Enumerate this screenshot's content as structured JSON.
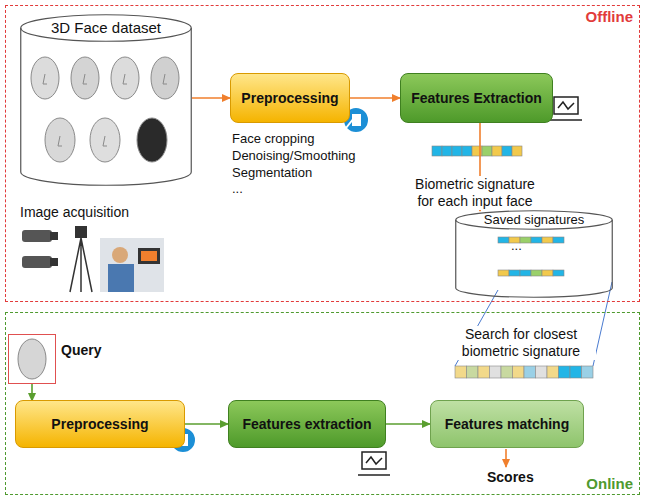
{
  "diagram": {
    "nodes": [
      {
        "text": [
          "Offline"
        ]
      },
      {
        "text": [
          "3D Face dataset"
        ],
        "in": 0
      },
      {
        "text": [
          "Preprocessing"
        ],
        "in": 0
      },
      {
        "text": [
          "Features Extraction"
        ],
        "in": 0
      },
      {
        "text": [
          "Saved signatures",
          "..."
        ],
        "in": 0
      },
      {
        "text": [
          "Online"
        ]
      },
      {
        "text": [
          "Query"
        ],
        "in": 5
      },
      {
        "text": [
          "Preprocessing"
        ],
        "in": 5
      },
      {
        "text": [
          "Features extraction"
        ],
        "in": 5
      },
      {
        "text": [
          "Features matching"
        ],
        "in": 5
      }
    ],
    "edges": [
      {
        "from": 1,
        "to": 2,
        "arrow": "to"
      },
      {
        "from": 2,
        "to": 3,
        "arrow": "to"
      },
      {
        "from": 3,
        "to": 4,
        "arrow": "to"
      },
      {
        "from": 6,
        "to": 7,
        "arrow": "to"
      },
      {
        "from": 7,
        "to": 8,
        "arrow": "to"
      },
      {
        "from": 8,
        "to": 9,
        "arrow": "to"
      }
    ],
    "labels": [
      "Face cropping",
      "Denoising/Smoothing",
      "Segmentation",
      "...",
      "Biometric signature for each input face",
      "Image acquisition",
      "Search for closest biometric signature",
      "Scores"
    ]
  }
}
